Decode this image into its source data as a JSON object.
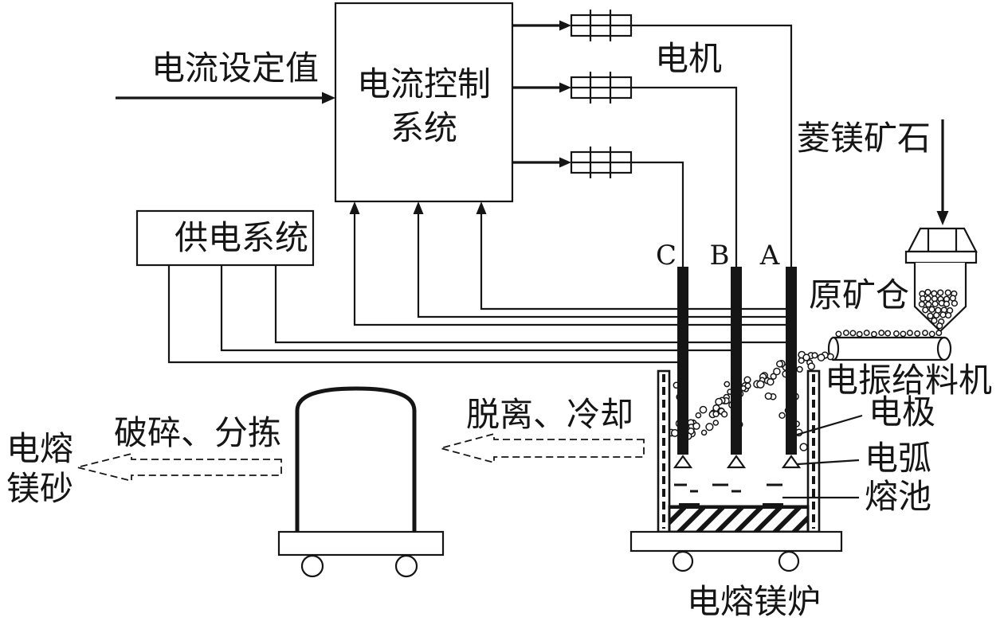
{
  "inputs": {
    "current_setpoint": "电流设定值"
  },
  "control_system": {
    "line1": "电流控制",
    "line2": "系统"
  },
  "motor_label": "电机",
  "power_supply": "供电系统",
  "electrodes": {
    "c": "C",
    "b": "B",
    "a": "A"
  },
  "ore": "菱镁矿石",
  "hopper": "原矿仓",
  "feeder": "电振给料机",
  "callouts": {
    "electrode": "电极",
    "arc": "电弧",
    "melt_pool": "熔池"
  },
  "steps": {
    "separate_cool": "脱离、冷却",
    "crush_sort": "破碎、分拣"
  },
  "product": {
    "line1": "电熔",
    "line2": "镁砂"
  },
  "furnace": "电熔镁炉"
}
